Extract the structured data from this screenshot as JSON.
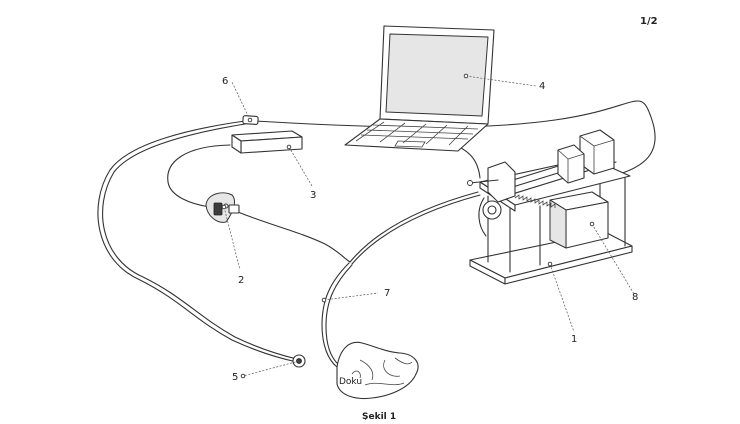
{
  "sheet_number": "1/2",
  "caption": "Şekil 1",
  "pad_text": "Doku",
  "labels": {
    "n1": "1",
    "n2": "2",
    "n3": "3",
    "n4": "4",
    "n5": "5",
    "n6": "6",
    "n7": "7",
    "n8": "8"
  }
}
